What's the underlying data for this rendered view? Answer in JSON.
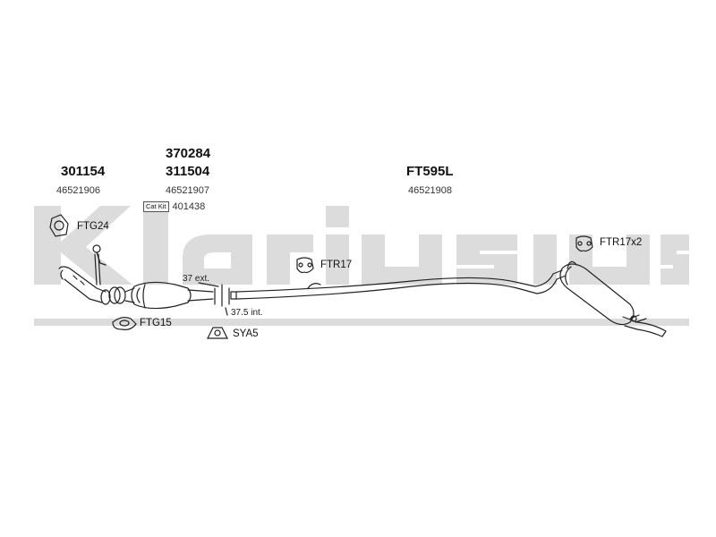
{
  "watermark": {
    "text": "Klarius"
  },
  "parts": {
    "front_pipe": {
      "number": "301154",
      "oem": "46521906"
    },
    "catalyst_a": {
      "number": "370284"
    },
    "catalyst_b": {
      "number": "311504",
      "oem": "46521907"
    },
    "cat_kit": {
      "tag": "Cat Kit",
      "number": "401438"
    },
    "rear_section": {
      "number": "FT595L",
      "oem": "46521908"
    }
  },
  "fittings": {
    "ftg24": "FTG24",
    "ftr17": "FTR17",
    "ftr17x2": "FTR17x2",
    "ftg15": "FTG15",
    "sya5": "SYA5"
  },
  "dimensions": {
    "ext": "37 ext.",
    "int": "37.5 int."
  },
  "colors": {
    "watermark": "#dcdcdc",
    "line": "#222222"
  }
}
